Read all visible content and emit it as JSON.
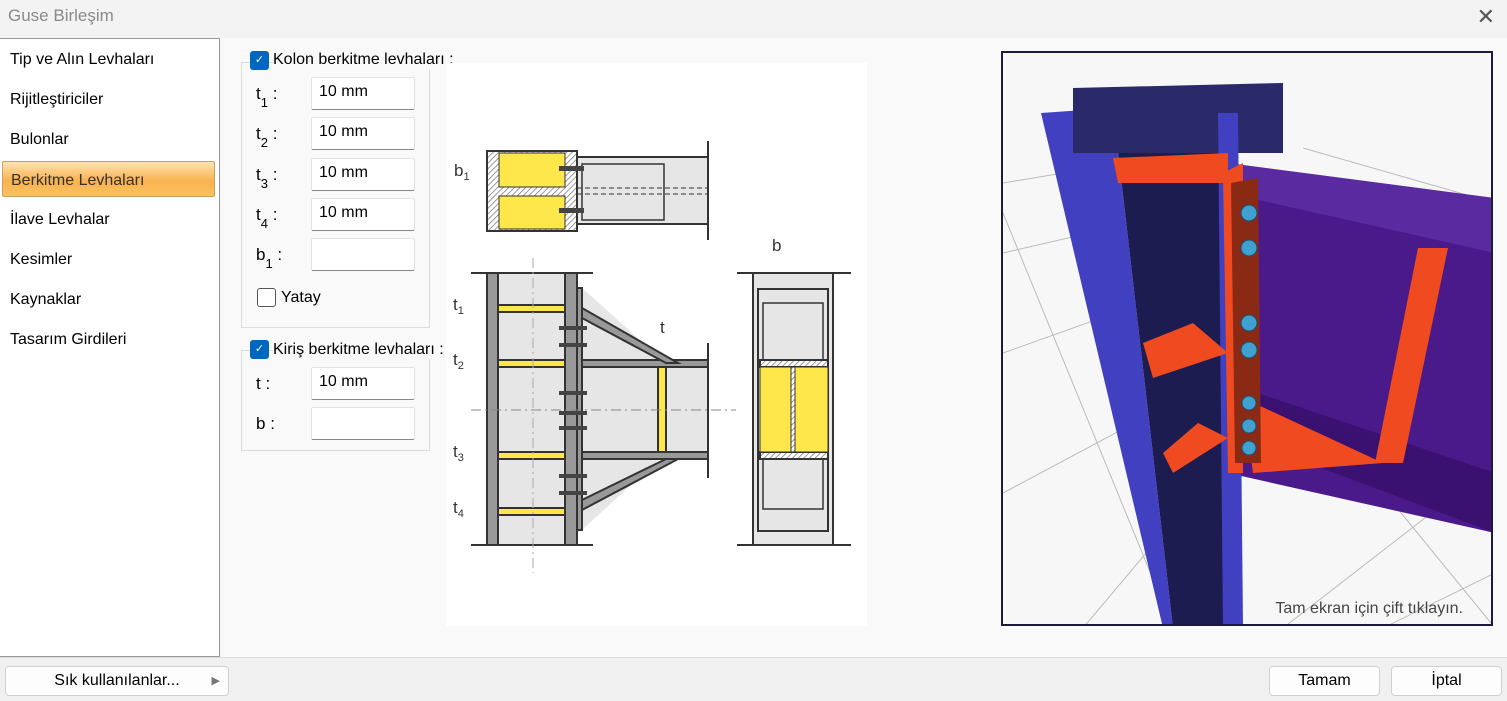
{
  "window": {
    "title": "Guse Birleşim",
    "close_icon": "close-icon"
  },
  "sidebar": {
    "items": [
      {
        "label": "Tip ve Alın Levhaları"
      },
      {
        "label": "Rijitleştiriciler"
      },
      {
        "label": "Bulonlar"
      },
      {
        "label": "Berkitme Levhaları",
        "active": true
      },
      {
        "label": "İlave Levhalar"
      },
      {
        "label": "Kesimler"
      },
      {
        "label": "Kaynaklar"
      },
      {
        "label": "Tasarım Girdileri"
      }
    ]
  },
  "column_group": {
    "label": "Kolon berkitme levhaları :",
    "checked": true,
    "fields": [
      {
        "name": "t",
        "sub": "1",
        "value": "10 mm"
      },
      {
        "name": "t",
        "sub": "2",
        "value": "10 mm"
      },
      {
        "name": "t",
        "sub": "3",
        "value": "10 mm"
      },
      {
        "name": "t",
        "sub": "4",
        "value": "10 mm"
      },
      {
        "name": "b",
        "sub": "1",
        "value": ""
      }
    ],
    "yatay_label": "Yatay",
    "yatay_checked": false
  },
  "beam_group": {
    "label": "Kiriş berkitme levhaları :",
    "checked": true,
    "fields": [
      {
        "name": "t",
        "value": "10 mm"
      },
      {
        "name": "b",
        "value": ""
      }
    ]
  },
  "diagram": {
    "labels": {
      "b1": "b",
      "b1_sub": "1",
      "t1": "t",
      "t1_sub": "1",
      "t2": "t",
      "t2_sub": "2",
      "t3": "t",
      "t3_sub": "3",
      "t4": "t",
      "t4_sub": "4",
      "t": "t",
      "b": "b"
    }
  },
  "view3d": {
    "hint": "Tam ekran için çift tıklayın.",
    "colors": {
      "column": "#4040c0",
      "column_dark": "#1c1c50",
      "beam": "#4a1a8a",
      "plate": "#f04a20",
      "bolt": "#40a0d0"
    }
  },
  "footer": {
    "favorites": "Sık kullanılanlar...",
    "ok": "Tamam",
    "cancel": "İptal"
  }
}
